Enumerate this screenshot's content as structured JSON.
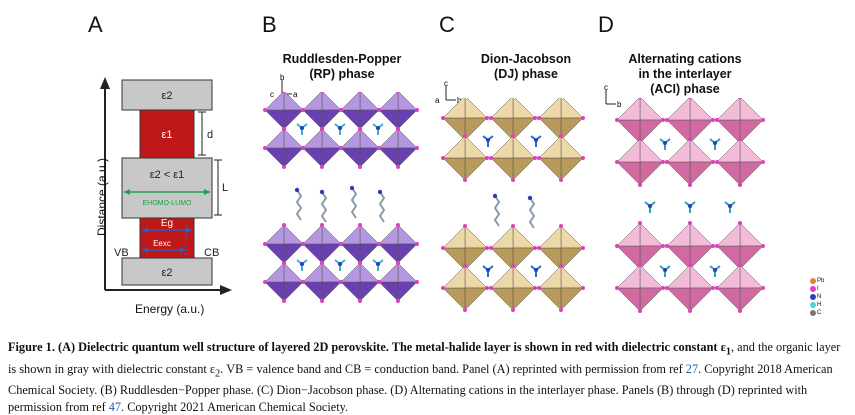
{
  "panels": {
    "a": {
      "letter": "A",
      "layers": {
        "top": "ε2",
        "red_top": "ε1",
        "middle": "ε2 < ε1",
        "bottom": "ε2",
        "d": "d",
        "L": "L",
        "homo_lumo": "EHOMO-LUMO",
        "eg": "Eg",
        "eexc": "Eexc",
        "vb": "VB",
        "cb": "CB"
      },
      "y_axis": "Distance (a.u.)",
      "x_axis": "Energy (a.u.)"
    },
    "b": {
      "letter": "B",
      "title_line1": "Ruddlesden-Popper",
      "title_line2": "(RP) phase",
      "axes": "c",
      "axes_b": "b",
      "axes_a": "a"
    },
    "c": {
      "letter": "C",
      "title_line1": "Dion-Jacobson",
      "title_line2": "(DJ) phase",
      "axes_a": "a",
      "axes_b": "b",
      "axes_c": "c"
    },
    "d": {
      "letter": "D",
      "title_line1": "Alternating cations",
      "title_line2": "in the interlayer",
      "title_line3": "(ACI) phase",
      "axes_c": "c",
      "axes_b": "b"
    }
  },
  "legend": [
    {
      "label": "Pb",
      "color": "#e8823a"
    },
    {
      "label": "I",
      "color": "#e040c0"
    },
    {
      "label": "N",
      "color": "#2a3fb8"
    },
    {
      "label": "H",
      "color": "#4fd0e0"
    },
    {
      "label": "C",
      "color": "#777777"
    }
  ],
  "caption": {
    "part1": "Figure 1. (A) Dielectric quantum well structure of layered 2D perovskite. The metal-halide layer is shown in red with dielectric constant ε",
    "sub1": "1",
    "part2": ", and the organic layer is shown in gray with dielectric constant ε",
    "sub2": "2",
    "part3": ". VB = valence band and CB = conduction band. Panel (A) reprinted with permission from ref ",
    "ref1": "27",
    "part4": ". Copyright 2018 American Chemical Society. (B) Ruddlesden−Popper phase. (C) Dion−Jacobson phase. (D) Alternating cations in the interlayer phase. Panels (B) through (D) reprinted with permission from ref ",
    "ref2": "47",
    "part5": ". Copyright 2021 American Chemical Society."
  }
}
